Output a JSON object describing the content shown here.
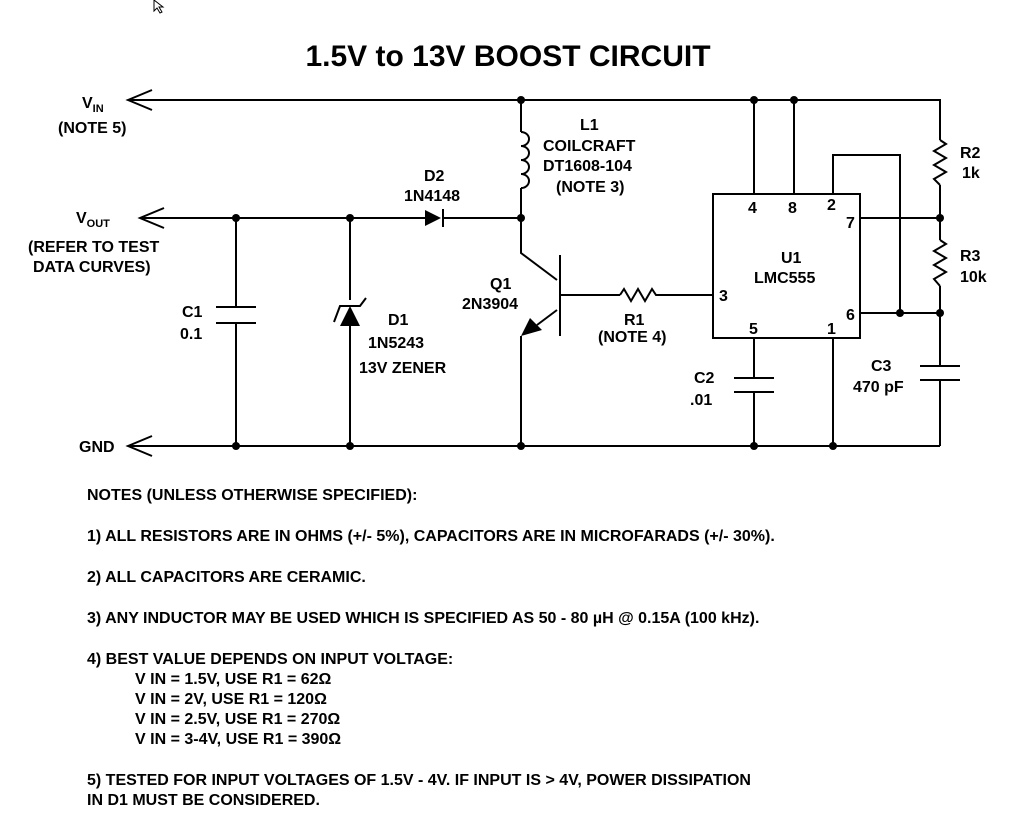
{
  "title": "1.5V to 13V BOOST CIRCUIT",
  "terminals": {
    "vin": {
      "label": "V",
      "sub": "IN",
      "note": "(NOTE 5)"
    },
    "vout": {
      "label": "V",
      "sub": "OUT",
      "note_line1": "(REFER TO TEST",
      "note_line2": "DATA CURVES)"
    },
    "gnd": {
      "label": "GND"
    }
  },
  "components": {
    "l1": {
      "ref": "L1",
      "line1": "COILCRAFT",
      "line2": "DT1608-104",
      "line3": "(NOTE 3)"
    },
    "d2": {
      "ref": "D2",
      "value": "1N4148"
    },
    "q1": {
      "ref": "Q1",
      "value": "2N3904"
    },
    "r1": {
      "ref": "R1",
      "value": "(NOTE 4)"
    },
    "c1": {
      "ref": "C1",
      "value": "0.1"
    },
    "d1": {
      "ref": "D1",
      "value": "1N5243",
      "desc": "13V ZENER"
    },
    "u1": {
      "ref": "U1",
      "value": "LMC555",
      "pins": {
        "p4": "4",
        "p8": "8",
        "p2": "2",
        "p7": "7",
        "p3": "3",
        "p6": "6",
        "p5": "5",
        "p1": "1"
      }
    },
    "r2": {
      "ref": "R2",
      "value": "1k"
    },
    "r3": {
      "ref": "R3",
      "value": "10k"
    },
    "c2": {
      "ref": "C2",
      "value": ".01"
    },
    "c3": {
      "ref": "C3",
      "value": "470 pF"
    }
  },
  "notes": {
    "heading": "NOTES (UNLESS OTHERWISE SPECIFIED):",
    "n1": "1)  ALL RESISTORS ARE IN OHMS (+/- 5%), CAPACITORS ARE IN MICROFARADS (+/- 30%).",
    "n2": "2)  ALL CAPACITORS ARE CERAMIC.",
    "n3": "3)  ANY INDUCTOR MAY BE USED WHICH IS SPECIFIED AS 50 - 80 µH @ 0.15A (100 kHz).",
    "n4": "4)  BEST VALUE DEPENDS ON INPUT VOLTAGE:",
    "n4_rows": [
      "V IN = 1.5V, USE R1 = 62Ω",
      "V IN = 2V, USE R1 = 120Ω",
      "V IN = 2.5V, USE R1 = 270Ω",
      "V IN = 3-4V, USE R1 = 390Ω"
    ],
    "n5_line1": "5)  TESTED FOR INPUT VOLTAGES OF 1.5V - 4V.  IF INPUT IS > 4V, POWER DISSIPATION",
    "n5_line2": "IN D1 MUST BE CONSIDERED."
  }
}
